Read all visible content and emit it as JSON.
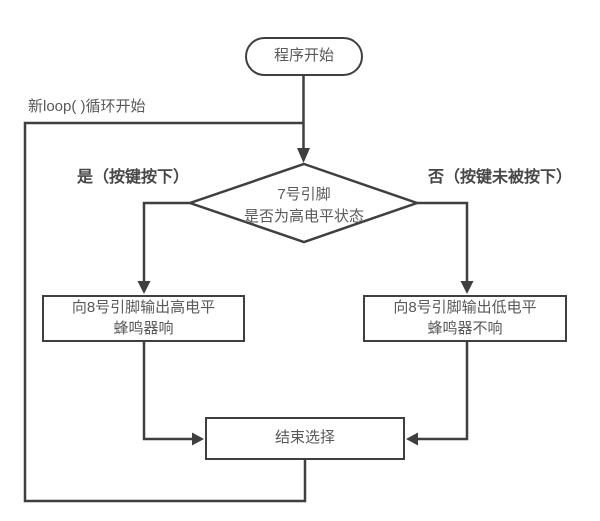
{
  "flowchart": {
    "start": {
      "label": "程序开始"
    },
    "loop_label": "新loop( )循环开始",
    "decision": {
      "line1": "7号引脚",
      "line2": "是否为高电平状态"
    },
    "branch_yes_label": "是（按键按下）",
    "branch_no_label": "否（按键未被按下）",
    "process_yes": {
      "line1": "向8号引脚输出高电平",
      "line2": "蜂鸣器响"
    },
    "process_no": {
      "line1": "向8号引脚输出低电平",
      "line2": "蜂鸣器不响"
    },
    "end": {
      "label": "结束选择"
    },
    "colors": {
      "line": "#3f3f3f",
      "text": "#595959",
      "bold_label": "#474747",
      "node_fill": "#ffffff",
      "background": "#ffffff"
    }
  }
}
